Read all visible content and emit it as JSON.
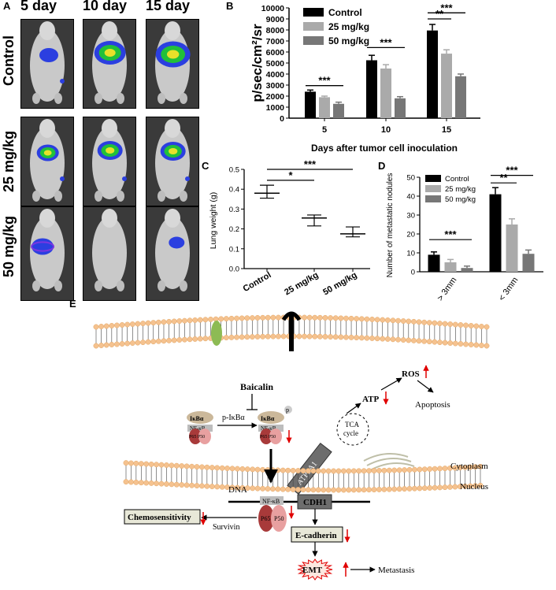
{
  "panel_labels": {
    "A": "A",
    "B": "B",
    "C": "C",
    "D": "D",
    "E": "E"
  },
  "panel_a": {
    "columns": [
      "5 day",
      "10 day",
      "15 day"
    ],
    "rows": [
      "Control",
      "25 mg/kg",
      "50 mg/kg"
    ]
  },
  "chart_data": [
    {
      "id": "B",
      "type": "bar",
      "ylabel": "p/sec/cm²/sr",
      "xlabel": "Days after tumor cell inoculation",
      "categories": [
        "5",
        "10",
        "15"
      ],
      "ylim": [
        0,
        10000
      ],
      "yticks": [
        0,
        1000,
        2000,
        3000,
        4000,
        5000,
        6000,
        7000,
        8000,
        9000,
        10000
      ],
      "series": [
        {
          "name": "Control",
          "color": "#000000",
          "values": [
            2400,
            5250,
            7950
          ],
          "errors": [
            150,
            450,
            550
          ]
        },
        {
          "name": "25 mg/kg",
          "color": "#aaaaaa",
          "values": [
            1900,
            4500,
            5850
          ],
          "errors": [
            100,
            350,
            350
          ]
        },
        {
          "name": "50 mg/kg",
          "color": "#777777",
          "values": [
            1300,
            1800,
            3800
          ],
          "errors": [
            150,
            150,
            200
          ]
        }
      ],
      "significance": [
        {
          "label": "***",
          "category": "5",
          "from": 0,
          "to": 2
        },
        {
          "label": "***",
          "category": "10",
          "from": 0,
          "to": 2
        },
        {
          "label": "**",
          "category": "15",
          "from": 0,
          "to": 1
        },
        {
          "label": "***",
          "category": "15",
          "from": 0,
          "to": 2
        }
      ]
    },
    {
      "id": "C",
      "type": "scatter",
      "ylabel": "Lung weight (g)",
      "categories": [
        "Control",
        "25 mg/kg",
        "50 mg/kg"
      ],
      "ylim": [
        0,
        0.5
      ],
      "yticks": [
        0.0,
        0.1,
        0.2,
        0.3,
        0.4,
        0.5
      ],
      "ytick_labels": [
        "0.0",
        "0.1",
        "0.2",
        "0.3",
        "0.4",
        "0.5"
      ],
      "means": [
        0.38,
        0.255,
        0.175
      ],
      "ranges": [
        [
          0.355,
          0.42
        ],
        [
          0.215,
          0.27
        ],
        [
          0.16,
          0.21
        ]
      ],
      "significance": [
        {
          "label": "*",
          "from": 0,
          "to": 1
        },
        {
          "label": "***",
          "from": 0,
          "to": 2
        }
      ]
    },
    {
      "id": "D",
      "type": "bar",
      "ylabel": "Number of metastatic nodules",
      "categories": [
        "> 3mm",
        "< 3mm"
      ],
      "ylim": [
        0,
        50
      ],
      "yticks": [
        0,
        10,
        20,
        30,
        40,
        50
      ],
      "series": [
        {
          "name": "Control",
          "color": "#000000",
          "values": [
            9,
            41
          ],
          "errors": [
            1.5,
            3.5
          ]
        },
        {
          "name": "25 mg/kg",
          "color": "#aaaaaa",
          "values": [
            5,
            25
          ],
          "errors": [
            1.5,
            3.0
          ]
        },
        {
          "name": "50 mg/kg",
          "color": "#777777",
          "values": [
            2,
            9.5
          ],
          "errors": [
            1.0,
            2.0
          ]
        }
      ],
      "significance": [
        {
          "label": "***",
          "category": "> 3mm",
          "from": 0,
          "to": 2
        },
        {
          "label": "**",
          "category": "< 3mm",
          "from": 0,
          "to": 1
        },
        {
          "label": "***",
          "category": "< 3mm",
          "from": 0,
          "to": 2
        }
      ]
    }
  ],
  "panel_e": {
    "baicalin": "Baicalin",
    "ikba": "IκBα",
    "nfkb": "NF-κB",
    "p65p50": "P65 P50",
    "p": "p",
    "p_ikba": "p-IκBα",
    "tca": "TCA\ncycle",
    "tca_line1": "TCA",
    "tca_line2": "cycle",
    "atp": "ATP",
    "ros": "ROS",
    "apoptosis": "Apoptosis",
    "atp5a1": "ATP5A1",
    "cytoplasm": "Cytoplasm",
    "nucleus": "Nucleus",
    "dna": "DNA",
    "cdh1": "CDH1",
    "p65": "P65",
    "p50": "P50",
    "chemosensitivity": "Chemosensitivity",
    "survivin": "Survivin",
    "ecadherin": "E-cadherin",
    "emt": "EMT",
    "metastasis": "Metastasis",
    "colors": {
      "up_arrow": "#e00000",
      "membrane": "#f5c28f",
      "ikba": "#cbb89a",
      "p65": "#a83a3a",
      "p50": "#e8a0a0",
      "box_fill": "#e8e8d8"
    }
  }
}
